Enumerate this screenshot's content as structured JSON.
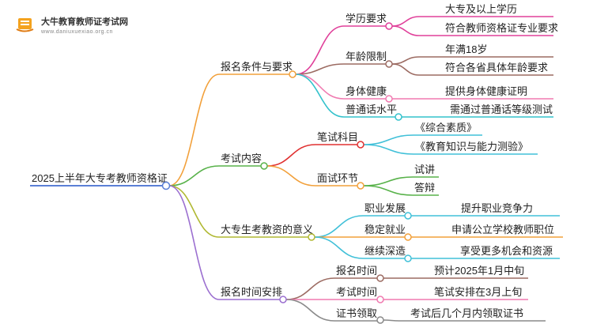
{
  "header": {
    "site_name": "大牛教育教师证考试网",
    "site_url": "www.daniuxuexiao.org.cn",
    "logo_icon": "book-icon"
  },
  "root": "2025上半年大专考教师资格证",
  "colors": {
    "root": "#5b7fd6",
    "branch_1": "#f2a03a",
    "branch_1_c1": "#e0409a",
    "branch_1_c2": "#9c6b62",
    "branch_1_c3": "#f07ab0",
    "branch_1_c4": "#34c2cc",
    "branch_2": "#58b24a",
    "branch_2_c1": "#e03030",
    "branch_2_c2": "#f2a03a",
    "branch_2_c1_leaves": "#40c0d8",
    "branch_2_c2_leaves": "#58b24a",
    "branch_3": "#b0b832",
    "branch_3_c1": "#40c0d8",
    "branch_3_c2": "#f2a03a",
    "branch_3_c3": "#40c0d8",
    "branch_4": "#9b6fd0",
    "branch_4_c1": "#9c6b62",
    "branch_4_c2": "#f07ab0",
    "branch_4_c3": "#8a8a8a"
  },
  "branches": [
    {
      "label": "报名条件与要求",
      "children": [
        {
          "label": "学历要求",
          "leaves": [
            "大专及以上学历",
            "符合教师资格证专业要求"
          ]
        },
        {
          "label": "年龄限制",
          "leaves": [
            "年满18岁",
            "符合各省具体年龄要求"
          ]
        },
        {
          "label": "身体健康",
          "leaves": [
            "提供身体健康证明"
          ]
        },
        {
          "label": "普通话水平",
          "leaves": [
            "需通过普通话等级测试"
          ]
        }
      ]
    },
    {
      "label": "考试内容",
      "children": [
        {
          "label": "笔试科目",
          "leaves": [
            "《综合素质》",
            "《教育知识与能力测验》"
          ]
        },
        {
          "label": "面试环节",
          "leaves": [
            "试讲",
            "答辩"
          ]
        }
      ]
    },
    {
      "label": "大专生考教资的意义",
      "children": [
        {
          "label": "职业发展",
          "leaves": [
            "提升职业竞争力"
          ]
        },
        {
          "label": "稳定就业",
          "leaves": [
            "申请公立学校教师职位"
          ]
        },
        {
          "label": "继续深造",
          "leaves": [
            "享受更多机会和资源"
          ]
        }
      ]
    },
    {
      "label": "报名时间安排",
      "children": [
        {
          "label": "报名时间",
          "leaves": [
            "预计2025年1月中旬"
          ]
        },
        {
          "label": "考试时间",
          "leaves": [
            "笔试安排在3月上旬"
          ]
        },
        {
          "label": "证书领取",
          "leaves": [
            "考试后几个月内领取证书"
          ]
        }
      ]
    }
  ]
}
